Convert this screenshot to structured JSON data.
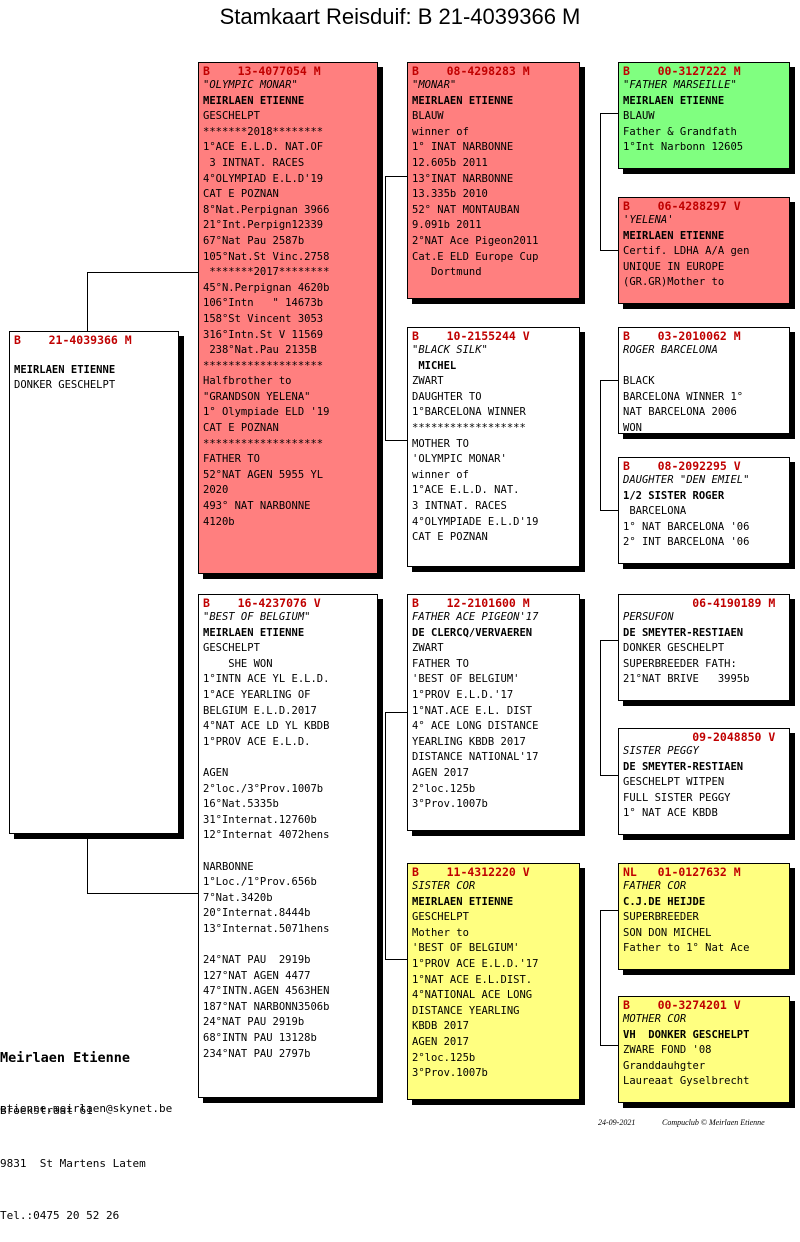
{
  "title": "Stamkaart Reisduif: B    21-4039366 M",
  "subject": {
    "header": "B    21-4039366 M",
    "lines": [
      "",
      "MEIRLAEN ETIENNE",
      "DONKER GESCHELPT"
    ]
  },
  "sire": {
    "header": "B    13-4077054 M",
    "name": "\"OLYMPIC MONAR\"",
    "owner": "MEIRLAEN ETIENNE",
    "lines": [
      "GESCHELPT",
      "*******2018********",
      "1°ACE E.L.D. NAT.OF",
      " 3 INTNAT. RACES",
      "4°OLYMPIAD E.L.D'19",
      "CAT E POZNAN",
      "8°Nat.Perpignan 3966",
      "21°Int.Perpign12339",
      "67°Nat Pau 2587b",
      "105°Nat.St Vinc.2758",
      " *******2017********",
      "45°N.Perpignan 4620b",
      "106°Intn   \" 14673b",
      "158°St Vincent 3053",
      "316°Intn.St V 11569",
      " 238°Nat.Pau 2135B",
      "*******************",
      "Halfbrother to",
      "\"GRANDSON YELENA\"",
      "1° Olympiade ELD '19",
      "CAT E POZNAN",
      "*******************",
      "FATHER TO",
      "52°NAT AGEN 5955 YL",
      "2020",
      "493° NAT NARBONNE",
      "4120b"
    ]
  },
  "dam": {
    "header": "B    16-4237076 V",
    "name": "\"BEST OF BELGIUM\"",
    "owner": "MEIRLAEN ETIENNE",
    "lines": [
      "GESCHELPT",
      "    SHE WON",
      "1°INTN ACE YL E.L.D.",
      "1°ACE YEARLING OF",
      "BELGIUM E.L.D.2017",
      "4°NAT ACE LD YL KBDB",
      "1°PROV ACE E.L.D.",
      "",
      "AGEN",
      "2°loc./3°Prov.1007b",
      "16°Nat.5335b",
      "31°Internat.12760b",
      "12°Internat 4072hens",
      "",
      "NARBONNE",
      "1°Loc./1°Prov.656b",
      "7°Nat.3420b",
      "20°Internat.8444b",
      "13°Internat.5071hens",
      "",
      "24°NAT PAU  2919b",
      "127°NAT AGEN 4477",
      "47°INTN.AGEN 4563HEN",
      "187°NAT NARBONN3506b",
      "24°NAT PAU 2919b",
      "68°INTN PAU 13128b",
      "234°NAT PAU 2797b"
    ]
  },
  "ss": {
    "header": "B    08-4298283 M",
    "name": "\"MONAR\"",
    "owner": "MEIRLAEN ETIENNE",
    "lines": [
      "BLAUW",
      "winner of",
      "1° INAT NARBONNE",
      "12.605b 2011",
      "13°INAT NARBONNE",
      "13.335b 2010",
      "52° NAT MONTAUBAN",
      "9.091b 2011",
      "2°NAT Ace Pigeon2011",
      "Cat.E ELD Europe Cup",
      "   Dortmund"
    ]
  },
  "sd": {
    "header": "B    10-2155244 V",
    "name": "\"BLACK SILK\"",
    "owner": " MICHEL",
    "lines": [
      "ZWART",
      "DAUGHTER TO",
      "1°BARCELONA WINNER",
      "******************",
      "MOTHER TO",
      "'OLYMPIC MONAR'",
      "winner of",
      "1°ACE E.L.D. NAT.",
      "3 INTNAT. RACES",
      "4°OLYMPIADE E.L.D'19",
      "CAT E POZNAN"
    ]
  },
  "ds": {
    "header": "B    12-2101600 M",
    "name": "FATHER ACE PIGEON'17",
    "owner": "DE CLERCQ/VERVAEREN",
    "lines": [
      "ZWART",
      "FATHER TO",
      "'BEST OF BELGIUM'",
      "1°PROV E.L.D.'17",
      "1°NAT.ACE E.L. DIST",
      "4° ACE LONG DISTANCE",
      "YEARLING KBDB 2017",
      "DISTANCE NATIONAL'17",
      "AGEN 2017",
      "2°loc.125b",
      "3°Prov.1007b"
    ]
  },
  "dd": {
    "header": "B    11-4312220 V",
    "name": "SISTER COR",
    "owner": "MEIRLAEN ETIENNE",
    "lines": [
      "GESCHELPT",
      "Mother to",
      "'BEST OF BELGIUM'",
      "1°PROV ACE E.L.D.'17",
      "1°NAT ACE E.L.DIST.",
      "4°NATIONAL ACE LONG",
      "DISTANCE YEARLING",
      "KBDB 2017",
      "AGEN 2017",
      "2°loc.125b",
      "3°Prov.1007b"
    ]
  },
  "sss": {
    "header": "B    00-3127222 M",
    "name": "\"FATHER MARSEILLE\"",
    "owner": "MEIRLAEN ETIENNE",
    "lines": [
      "BLAUW",
      "Father & Grandfath",
      "1°Int Narbonn 12605"
    ]
  },
  "ssd": {
    "header": "B    06-4288297 V",
    "name": "'YELENA'",
    "owner": "MEIRLAEN ETIENNE",
    "lines": [
      "Certif. LDHA A/A gen",
      "UNIQUE IN EUROPE",
      "(GR.GR)Mother to"
    ]
  },
  "sds": {
    "header": "B    03-2010062 M",
    "name": "ROGER BARCELONA",
    "owner": "",
    "lines": [
      "BLACK",
      "BARCELONA WINNER 1°",
      "NAT BARCELONA 2006",
      "WON"
    ]
  },
  "sdd": {
    "header": "B    08-2092295 V",
    "name": "DAUGHTER \"DEN EMIEL\"",
    "owner": "1/2 SISTER ROGER",
    "lines": [
      " BARCELONA",
      "1° NAT BARCELONA '06",
      "2° INT BARCELONA '06"
    ]
  },
  "dss": {
    "header": "          06-4190189 M",
    "name": "PERSUFON",
    "owner": "DE SMEYTER-RESTIAEN",
    "lines": [
      "DONKER GESCHELPT",
      "SUPERBREEDER FATH:",
      "21°NAT BRIVE   3995b"
    ]
  },
  "dsd": {
    "header": "          09-2048850 V",
    "name": "SISTER PEGGY",
    "owner": "DE SMEYTER-RESTIAEN",
    "lines": [
      "GESCHELPT WITPEN",
      "FULL SISTER PEGGY",
      "1° NAT ACE KBDB"
    ]
  },
  "dds": {
    "header": "NL   01-0127632 M",
    "name": "FATHER COR",
    "owner": "C.J.DE HEIJDE",
    "lines": [
      "SUPERBREEDER",
      "SON DON MICHEL",
      "Father to 1° Nat Ace"
    ]
  },
  "ddd": {
    "header": "B    00-3274201 V",
    "name": "MOTHER COR",
    "owner": "VH  DONKER GESCHELPT",
    "lines": [
      "ZWARE FOND '08",
      "Granddauhgter",
      "Laureaat Gyselbrecht"
    ]
  },
  "footer": {
    "breeder": "Meirlaen Etienne",
    "street": "Broekstraat 61",
    "city": "9831  St Martens Latem",
    "tel": "Tel.:0475 20 52 26",
    "email": "etienne.meirlaen@skynet.be",
    "date": "24-09-2021",
    "credit": "Compuclub © Meirlaen Etienne"
  },
  "colors": {
    "red_box": "#ff7f7f",
    "green_box": "#80ff80",
    "yellow_box": "#ffff80",
    "header_text": "#c00000"
  }
}
